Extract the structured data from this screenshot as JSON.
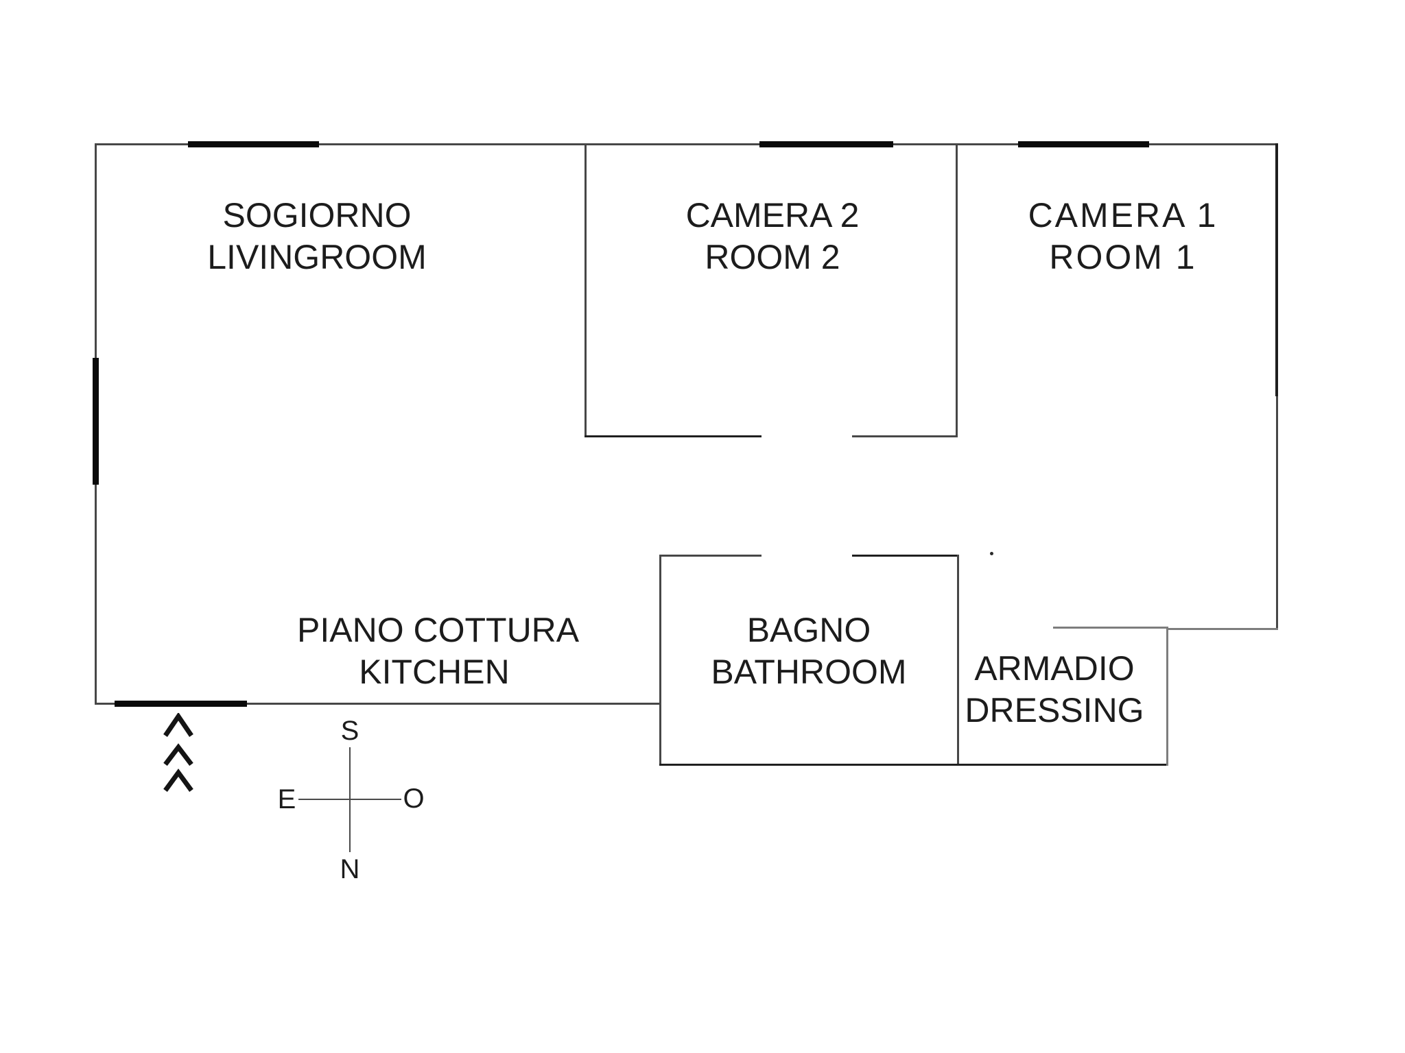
{
  "floorplan": {
    "background": "#ffffff",
    "wall_color": "#474747",
    "window_color": "#0a0a0a",
    "rooms": [
      {
        "name": "soggiorno-livingroom",
        "label_it": "SOGIORNO",
        "label_en": "LIVINGROOM"
      },
      {
        "name": "camera2-room2",
        "label_it": "CAMERA 2",
        "label_en": "ROOM 2"
      },
      {
        "name": "camera1-room1",
        "label_it": "CAMERA 1",
        "label_en": "ROOM 1"
      },
      {
        "name": "piano-cottura-kitchen",
        "label_it": "PIANO COTTURA",
        "label_en": "KITCHEN"
      },
      {
        "name": "bagno-bathroom",
        "label_it": "BAGNO",
        "label_en": "BATHROOM"
      },
      {
        "name": "armadio-dressing",
        "label_it": "ARMADIO",
        "label_en": "DRESSING"
      }
    ],
    "compass": {
      "top": "S",
      "bottom": "N",
      "left": "E",
      "right": "O"
    },
    "entrance_marker": {
      "symbol": "Λ",
      "count": 3
    }
  }
}
